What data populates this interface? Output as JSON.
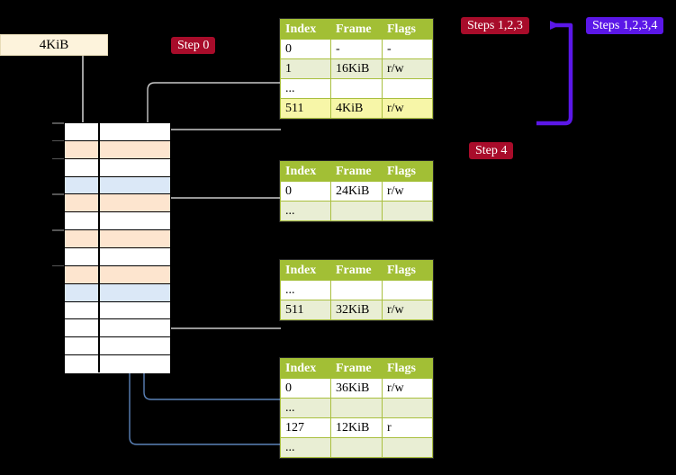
{
  "diagram": {
    "title": "page-table-walk",
    "source_box": {
      "label": "4KiB"
    },
    "badges": [
      {
        "id": "step0",
        "label": "Step 0",
        "color": "#a80c2a"
      },
      {
        "id": "steps123",
        "label": "Steps 1,2,3",
        "color": "#a80c2a"
      },
      {
        "id": "steps1234",
        "label": "Steps 1,2,3,4",
        "color": "#5b17e8"
      },
      {
        "id": "step4",
        "label": "Step 4",
        "color": "#a80c2a"
      }
    ],
    "columns": [
      "Index",
      "Frame",
      "Flags"
    ],
    "tables": [
      {
        "id": "pml4",
        "rows": [
          {
            "index": "0",
            "frame": "-",
            "flags": "-",
            "style": "plain",
            "highlight": false
          },
          {
            "index": "1",
            "frame": "16KiB",
            "flags": "r/w",
            "style": "alt",
            "highlight": false
          },
          {
            "index": "...",
            "frame": "",
            "flags": "",
            "style": "plain",
            "highlight": false
          },
          {
            "index": "511",
            "frame": "4KiB",
            "flags": "r/w",
            "style": "alt",
            "highlight": true
          }
        ]
      },
      {
        "id": "pdpt",
        "rows": [
          {
            "index": "0",
            "frame": "24KiB",
            "flags": "r/w",
            "style": "plain",
            "highlight": false
          },
          {
            "index": "...",
            "frame": "",
            "flags": "",
            "style": "alt",
            "highlight": false
          }
        ]
      },
      {
        "id": "pd",
        "rows": [
          {
            "index": "...",
            "frame": "",
            "flags": "",
            "style": "plain",
            "highlight": false
          },
          {
            "index": "511",
            "frame": "32KiB",
            "flags": "r/w",
            "style": "alt",
            "highlight": false
          }
        ]
      },
      {
        "id": "pt",
        "rows": [
          {
            "index": "0",
            "frame": "36KiB",
            "flags": "r/w",
            "style": "plain",
            "highlight": false
          },
          {
            "index": "...",
            "frame": "",
            "flags": "",
            "style": "alt",
            "highlight": false
          },
          {
            "index": "127",
            "frame": "12KiB",
            "flags": "r",
            "style": "plain",
            "highlight": false
          },
          {
            "index": "...",
            "frame": "",
            "flags": "",
            "style": "alt",
            "highlight": false
          }
        ]
      }
    ],
    "memory_rows": [
      {
        "fill": "white"
      },
      {
        "fill": "orange"
      },
      {
        "fill": "white"
      },
      {
        "fill": "blue"
      },
      {
        "fill": "orange"
      },
      {
        "fill": "white"
      },
      {
        "fill": "orange"
      },
      {
        "fill": "white"
      },
      {
        "fill": "orange"
      },
      {
        "fill": "blue"
      },
      {
        "fill": "white"
      },
      {
        "fill": "white"
      },
      {
        "fill": "white"
      },
      {
        "fill": "white"
      }
    ],
    "colors": {
      "table_header": "#a2bf35",
      "table_alt_row": "#e9eed4",
      "highlight": "#f7f6a8",
      "memory_orange": "#fde5cf",
      "memory_blue": "#dbe8f7",
      "source_box": "#fdf3dc",
      "gray_wire": "#c9c9c9",
      "blue_wire": "#5b82b8",
      "violet_arrow": "#5b17e8",
      "background": "#000000"
    }
  }
}
